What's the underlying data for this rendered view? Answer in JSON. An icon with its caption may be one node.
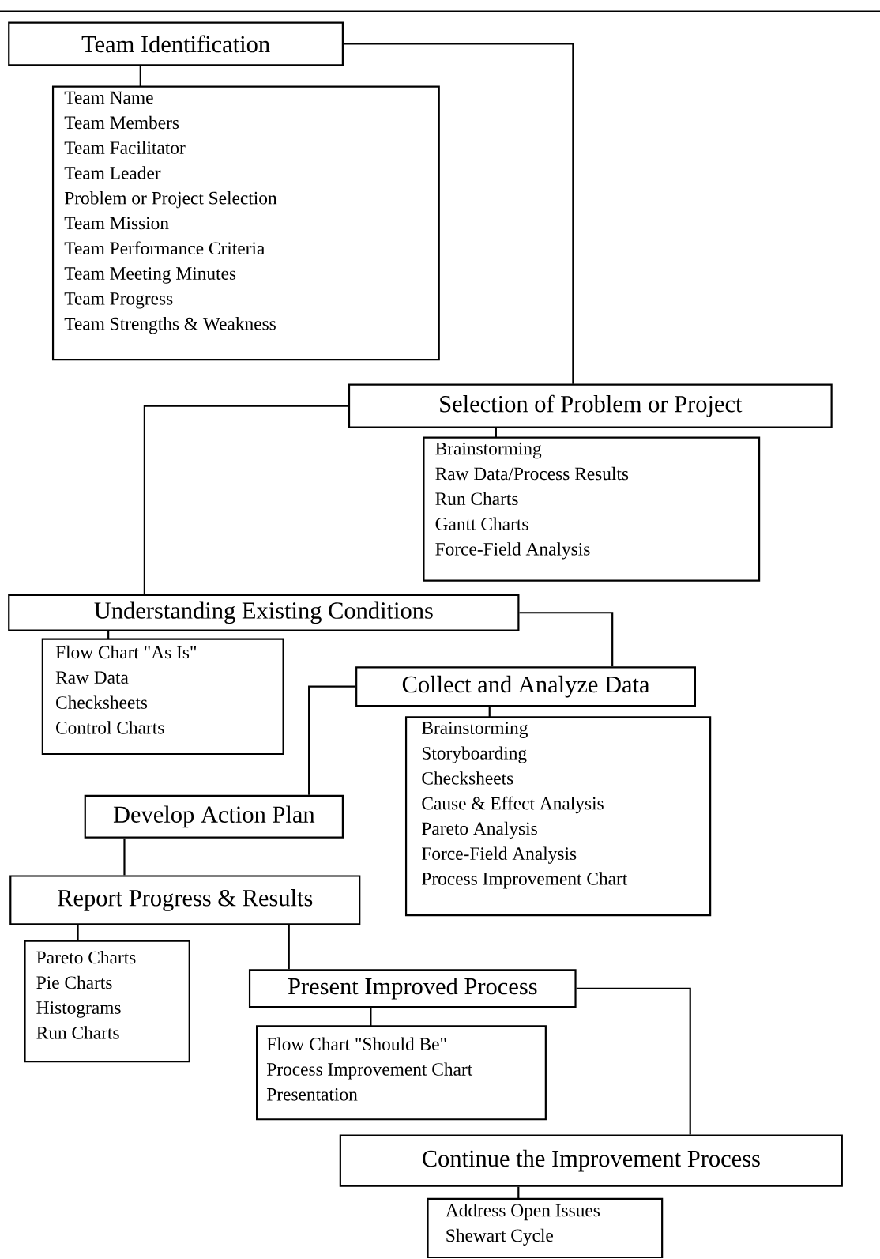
{
  "diagram": {
    "nodes": [
      {
        "text": [
          "Team Identification"
        ]
      },
      {
        "text": [
          "Team Name",
          "Team Members",
          "Team Facilitator",
          "Team Leader",
          "Problem or Project Selection",
          "Team Mission",
          "Team Performance Criteria",
          "Team Meeting Minutes",
          "Team Progress",
          "Team Strengths & Weakness"
        ]
      },
      {
        "text": [
          "Selection of Problem or Project"
        ]
      },
      {
        "text": [
          "Brainstorming",
          "Raw Data/Process Results",
          "Run Charts",
          "Gantt Charts",
          "Force-Field Analysis"
        ]
      },
      {
        "text": [
          "Understanding Existing Conditions"
        ]
      },
      {
        "text": [
          "Flow Chart \"As Is\"",
          "Raw Data",
          "Checksheets",
          "Control Charts"
        ]
      },
      {
        "text": [
          "Collect and Analyze Data"
        ]
      },
      {
        "text": [
          "Brainstorming",
          "Storyboarding",
          "Checksheets",
          "Cause & Effect Analysis",
          "Pareto Analysis",
          "Force-Field Analysis",
          "Process Improvement Chart"
        ]
      },
      {
        "text": [
          "Develop Action Plan"
        ]
      },
      {
        "text": [
          "Report Progress & Results"
        ]
      },
      {
        "text": [
          "Pareto Charts",
          "Pie Charts",
          "Histograms",
          "Run Charts"
        ]
      },
      {
        "text": [
          "Present Improved Process"
        ]
      },
      {
        "text": [
          "Flow Chart \"Should Be\"",
          "Process Improvement Chart",
          "Presentation"
        ]
      },
      {
        "text": [
          "Continue the Improvement Process"
        ]
      },
      {
        "text": [
          "Address Open Issues",
          "Shewart Cycle"
        ]
      }
    ],
    "edges": [
      {
        "from": 0,
        "to": 1,
        "arrow": "none"
      },
      {
        "from": 0,
        "to": 2,
        "arrow": "none"
      },
      {
        "from": 2,
        "to": 3,
        "arrow": "none"
      },
      {
        "from": 2,
        "to": 4,
        "arrow": "none"
      },
      {
        "from": 4,
        "to": 5,
        "arrow": "none"
      },
      {
        "from": 4,
        "to": 6,
        "arrow": "none"
      },
      {
        "from": 6,
        "to": 7,
        "arrow": "none"
      },
      {
        "from": 6,
        "to": 8,
        "arrow": "none"
      },
      {
        "from": 8,
        "to": 9,
        "arrow": "none"
      },
      {
        "from": 9,
        "to": 10,
        "arrow": "none"
      },
      {
        "from": 9,
        "to": 11,
        "arrow": "none"
      },
      {
        "from": 11,
        "to": 12,
        "arrow": "none"
      },
      {
        "from": 11,
        "to": 13,
        "arrow": "none"
      },
      {
        "from": 13,
        "to": 14,
        "arrow": "none"
      }
    ]
  }
}
